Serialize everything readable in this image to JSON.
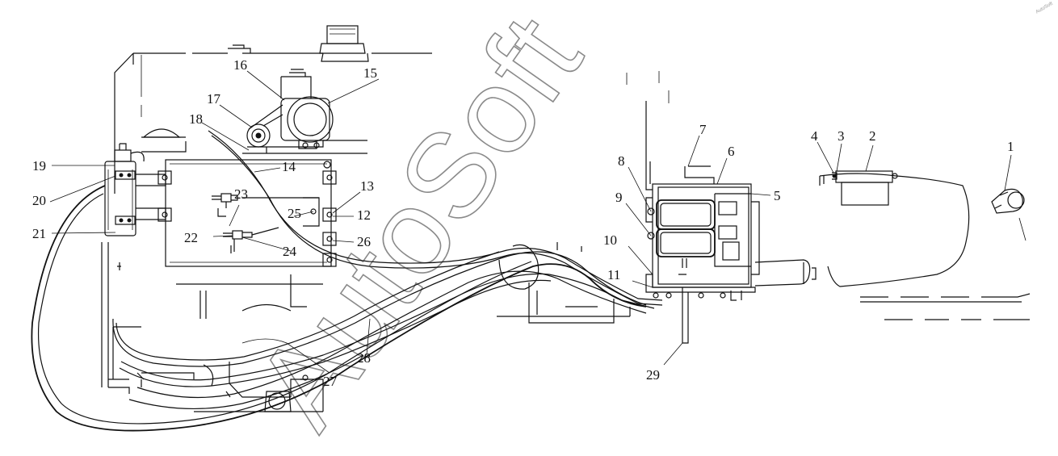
{
  "drawing": {
    "watermark": "AutoSoft",
    "corner_mark": "AutoSoft",
    "callouts": [
      {
        "id": "1",
        "label": "1"
      },
      {
        "id": "2",
        "label": "2"
      },
      {
        "id": "3",
        "label": "3"
      },
      {
        "id": "4",
        "label": "4"
      },
      {
        "id": "5",
        "label": "5"
      },
      {
        "id": "6",
        "label": "6"
      },
      {
        "id": "7",
        "label": "7"
      },
      {
        "id": "8",
        "label": "8"
      },
      {
        "id": "9",
        "label": "9"
      },
      {
        "id": "10",
        "label": "10"
      },
      {
        "id": "11",
        "label": "11"
      },
      {
        "id": "12",
        "label": "12"
      },
      {
        "id": "13",
        "label": "13"
      },
      {
        "id": "14",
        "label": "14"
      },
      {
        "id": "15",
        "label": "15"
      },
      {
        "id": "16",
        "label": "16"
      },
      {
        "id": "17",
        "label": "17"
      },
      {
        "id": "18",
        "label": "18"
      },
      {
        "id": "19",
        "label": "19"
      },
      {
        "id": "20",
        "label": "20"
      },
      {
        "id": "21",
        "label": "21"
      },
      {
        "id": "22",
        "label": "22"
      },
      {
        "id": "23",
        "label": "23"
      },
      {
        "id": "24",
        "label": "24"
      },
      {
        "id": "25",
        "label": "25"
      },
      {
        "id": "26",
        "label": "26"
      },
      {
        "id": "27",
        "label": "27"
      },
      {
        "id": "28",
        "label": "28"
      },
      {
        "id": "29",
        "label": "29"
      }
    ]
  }
}
